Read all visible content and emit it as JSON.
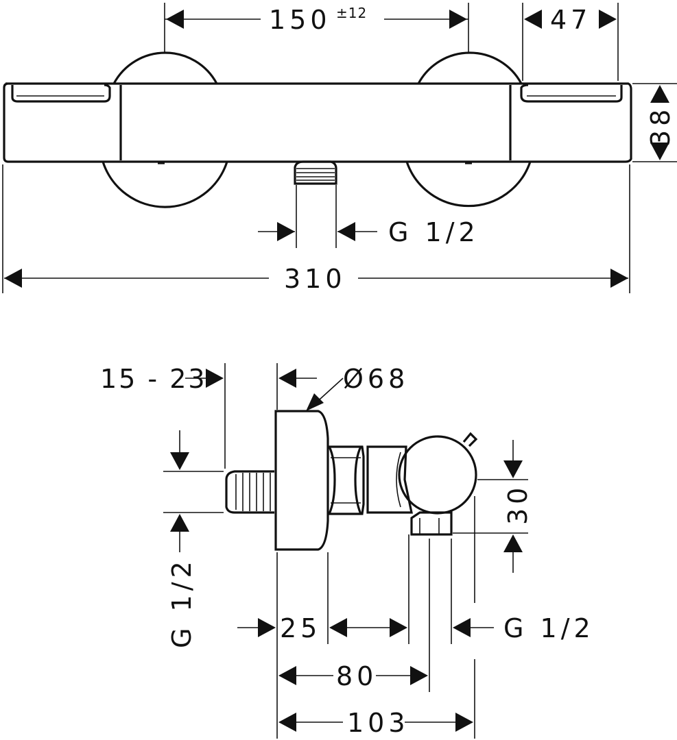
{
  "top_view": {
    "dim_spacing": "150",
    "dim_spacing_tol": "±12",
    "dim_end_width": "47",
    "dim_height": "38",
    "dim_outlet_thread": "G 1/2",
    "dim_total_width": "310"
  },
  "side_view": {
    "dim_wall_range": "15 - 23",
    "dim_diameter": "Ø68",
    "dim_inlet_thread_vertical": "G 1/2",
    "dim_outlet_offset": "30",
    "dim_25": "25",
    "dim_outlet_thread": "G 1/2",
    "dim_80": "80",
    "dim_103": "103"
  }
}
